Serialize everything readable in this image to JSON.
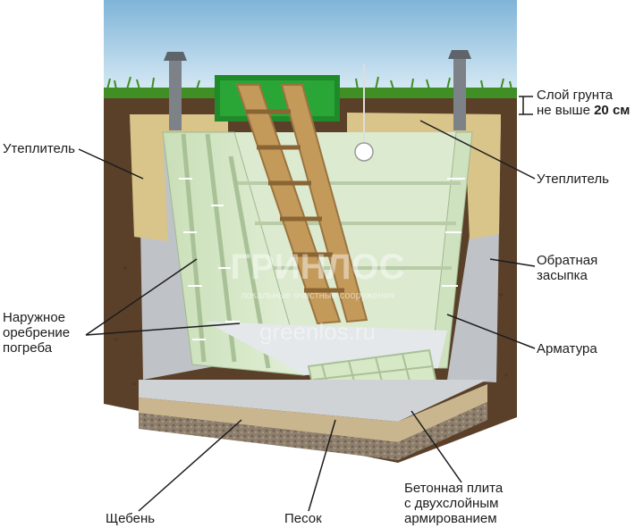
{
  "labels": {
    "soil_layer_line1": "Слой грунта",
    "soil_layer_line2_prefix": "не выше ",
    "soil_layer_line2_value": "20 см",
    "insulation_left": "Утеплитель",
    "insulation_right": "Утеплитель",
    "backfill_line1": "Обратная",
    "backfill_line2": "засыпка",
    "ribbing_line1": "Наружное",
    "ribbing_line2": "оребрение",
    "ribbing_line3": "погреба",
    "rebar": "Арматура",
    "gravel": "Щебень",
    "sand": "Песок",
    "slab_line1": "Бетонная плита",
    "slab_line2": "с двухслойным",
    "slab_line3": "армированием"
  },
  "watermark": {
    "brand": "ГРИНЛОС",
    "tagline": "локальные очистные сооружения",
    "site": "greenlos.ru"
  },
  "colors": {
    "sky_top": "#7fb4d8",
    "sky_bottom": "#d9ecf5",
    "grass": "#3f8f24",
    "soil": "#5b4029",
    "insulation": "#d9c48a",
    "backfill": "#bfc3c7",
    "cellar": "#d6e8c6",
    "hatch": "#1f8a2a",
    "ladder": "#c49a5a",
    "pipe": "#7c8288",
    "concrete": "#cfd3d6",
    "gravel": "#8e7f6d",
    "sand": "#c9b58e"
  }
}
